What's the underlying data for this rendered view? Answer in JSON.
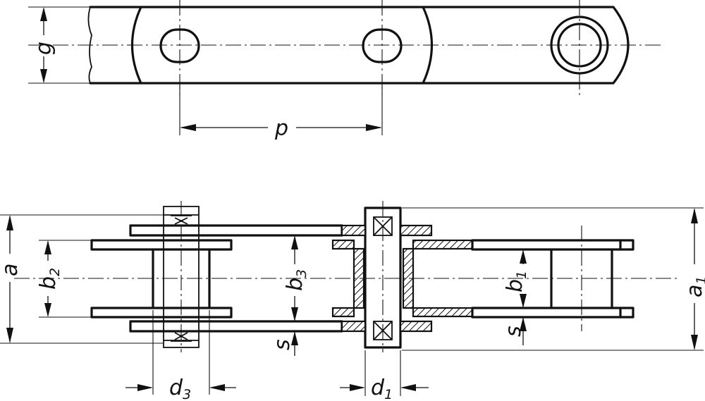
{
  "labels": {
    "g": "g",
    "p": "p",
    "a": "a",
    "b2": {
      "main": "b",
      "sub": "2"
    },
    "b3": {
      "main": "b",
      "sub": "3"
    },
    "b1": {
      "main": "b",
      "sub": "1"
    },
    "a1": {
      "main": "a",
      "sub": "1"
    },
    "s_left": "s",
    "s_right": "s",
    "d3": {
      "main": "d",
      "sub": "3"
    },
    "d1": {
      "main": "d",
      "sub": "1"
    }
  }
}
